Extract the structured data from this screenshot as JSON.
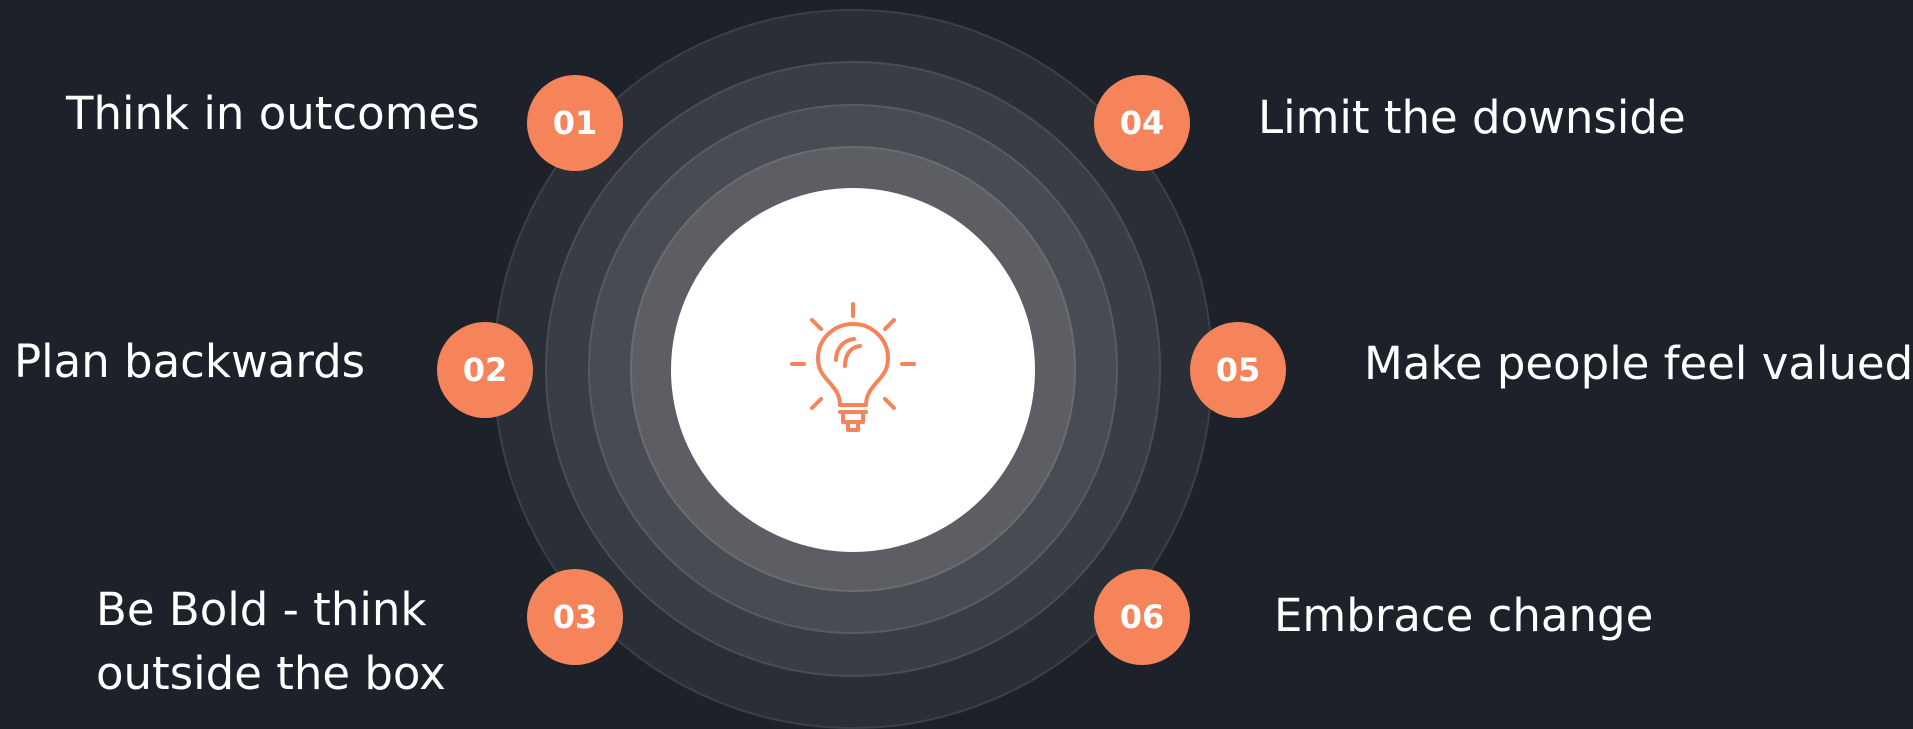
{
  "steps": [
    {
      "number": "01",
      "label": "Think in outcomes"
    },
    {
      "number": "02",
      "label": "Plan backwards"
    },
    {
      "number": "03",
      "label_lines": [
        "Be Bold - think",
        "outside the box"
      ]
    },
    {
      "number": "04",
      "label": "Limit the downside"
    },
    {
      "number": "05",
      "label": "Make people feel valued"
    },
    {
      "number": "06",
      "label": "Embrace change"
    }
  ],
  "center_icon": "lightbulb-icon",
  "colors": {
    "background": "#1d2129",
    "accent": "#f5845a",
    "text": "#ffffff",
    "center": "#ffffff"
  }
}
